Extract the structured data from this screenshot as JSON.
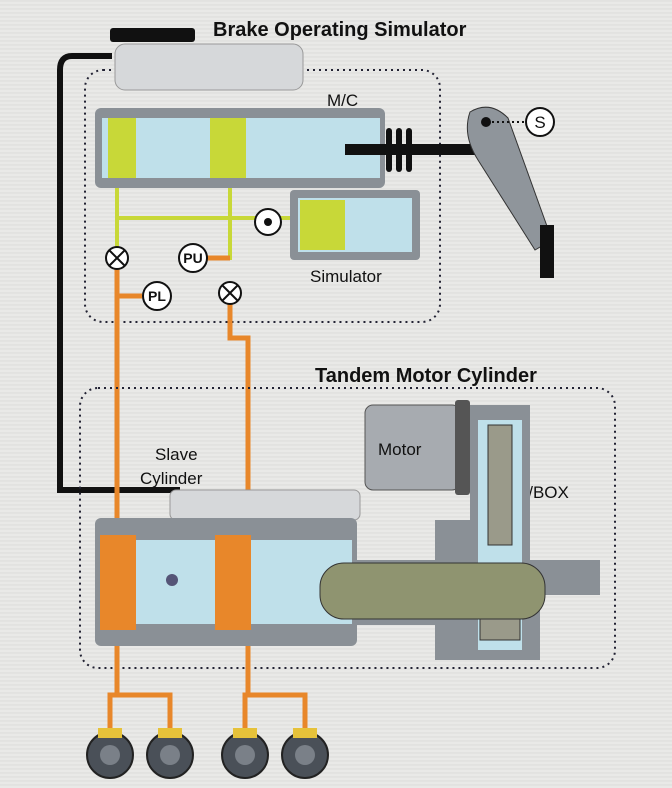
{
  "diagram": {
    "title_simulator": "Brake Operating Simulator",
    "master_cylinder_label": "M/C",
    "stroke_sensor_label": "S",
    "simulator_label": "Simulator",
    "pressure_upper_label": "PU",
    "pressure_lower_label": "PL",
    "title_tandem": "Tandem Motor Cylinder",
    "motor_label": "Motor",
    "gearbox_label": "G/BOX",
    "slave_label_line1": "Slave",
    "slave_label_line2": "Cylinder"
  },
  "colors": {
    "hydraulic_upper": "#c8d838",
    "hydraulic_lower": "#e8872a",
    "housing": "#8a9096",
    "chamber": "#bfe0ea"
  }
}
